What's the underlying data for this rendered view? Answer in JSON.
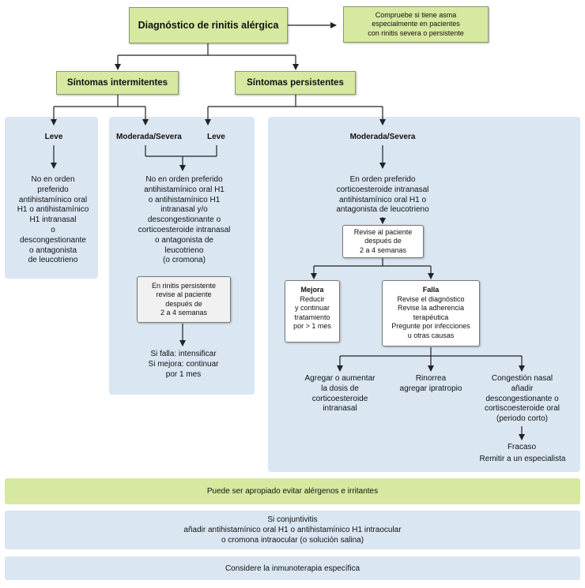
{
  "top": {
    "title": "Diagnóstico de rinitis alérgica",
    "asma_note": "Compruebe si tiene asma\nespecialmente en pacientes\ncon rinitis severa o persistente"
  },
  "categories": {
    "intermitentes": "Síntomas intermitentes",
    "persistentes": "Síntomas persistentes"
  },
  "col_leve": {
    "header": "Leve",
    "text": "No en orden\npreferido\nantihistamínico oral\nH1 o antihistamínico\nH1 intranasal\no\ndescongestionante\no antagonista\nde leucotrieno"
  },
  "col_mid": {
    "header_moderada": "Moderada/Severa",
    "header_leve": "Leve",
    "text": "No en orden preferido\nantihistamínico oral H1\no antihistamínico H1\nintranasal y/o\ndescongestionante o\ncorticoesteroide intranasal\no  antagonista de\nleucotrieno\n(o cromona)",
    "review_box": "En rinitis persistente\nrevise al paciente\ndespués de\n2 a 4 semanas",
    "outcome": "Si falla: intensificar\nSi mejora: continuar\npor 1 mes"
  },
  "col_right": {
    "header": "Moderada/Severa",
    "text": "En orden preferido\ncorticoesteroide intranasal\nantihistamínico oral H1 o\nantagonista de leucotrieno",
    "review_box": "Revise al paciente\ndespués de\n2 a 4 semanas",
    "mejora_title": "Mejora",
    "mejora_text": "Reducir\ny continuar\ntratamiento\npor > 1 mes",
    "falla_title": "Falla",
    "falla_text": "Revise el diagnóstico\nRevise la adherencia\nterapéutica\nPregunte por infecciones\nu otras causas",
    "opt_aumentar": "Agregar o aumentar\nla dosis de\ncorticoesteroide\nintranasal",
    "opt_rinorrea": "Rinorrea\nagregar ipratropio",
    "opt_congestion": "Congestión nasal\nañadir\ndescongestionante o\ncortiscoesteroide oral\n(periodo corto)",
    "fracaso": "Fracaso",
    "remitir": "Remitir a un especialista"
  },
  "bottom": {
    "alergenos": "Puede ser apropiado evitar alérgenos e irritantes",
    "conjuntivitis": "Si conjuntivitis\nañadir antihistamínico oral H1 o antihistamínico H1 intraocular\no cromona intraocular (o solución salina)",
    "inmunoterapia": "Considere la inmunoterapia específica"
  },
  "colors": {
    "green_fill": "#d7e8a0",
    "panel_blue": "#dae6f2",
    "box_gray": "#f1f1f1"
  }
}
